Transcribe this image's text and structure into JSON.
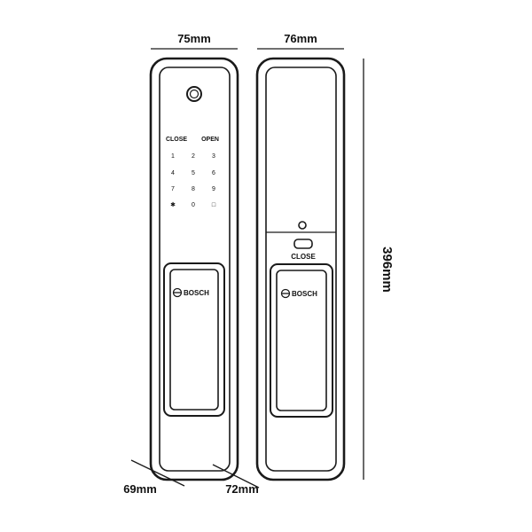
{
  "dimensions": {
    "front_width": "75mm",
    "back_width": "76mm",
    "height": "396mm",
    "front_depth": "69mm",
    "back_depth": "72mm"
  },
  "front_panel": {
    "close_label": "CLOSE",
    "open_label": "OPEN",
    "keypad": [
      [
        "1",
        "2",
        "3"
      ],
      [
        "4",
        "5",
        "6"
      ],
      [
        "7",
        "8",
        "9"
      ],
      [
        "✱",
        "0",
        "□"
      ]
    ],
    "brand": "BOSCH",
    "icons": [
      "fingerprint-sensor-icon",
      "bosch-logo-icon"
    ]
  },
  "back_panel": {
    "close_label": "CLOSE",
    "brand": "BOSCH",
    "icons": [
      "thumb-turn-icon",
      "indicator-dot-icon",
      "bosch-logo-icon"
    ]
  },
  "colors": {
    "line": "#1a1a1a",
    "background": "#ffffff"
  }
}
